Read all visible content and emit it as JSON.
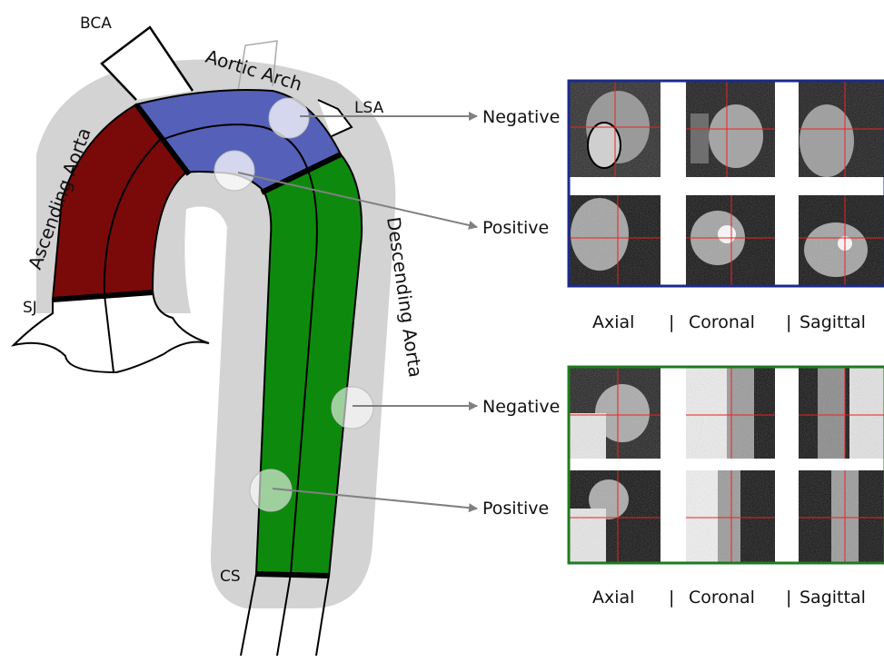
{
  "labels": {
    "bca": "BCA",
    "lsa": "LSA",
    "sj": "SJ",
    "cs": "CS",
    "aortic_arch": "Aortic Arch",
    "ascending_aorta": "Ascending Aorta",
    "descending_aorta": "Descending Aorta"
  },
  "panels": [
    {
      "frame_color": "#1a2a8c",
      "rows": [
        {
          "label": "Negative"
        },
        {
          "label": "Positive"
        }
      ],
      "captions": [
        "Axial",
        "|",
        "Coronal",
        "|",
        "Sagittal"
      ]
    },
    {
      "frame_color": "#1f7a1f",
      "rows": [
        {
          "label": "Negative"
        },
        {
          "label": "Positive"
        }
      ],
      "captions": [
        "Axial",
        "|",
        "Coronal",
        "|",
        "Sagittal"
      ]
    }
  ],
  "colors": {
    "ascending": "#7a0a0a",
    "arch": "#5560b8",
    "descending": "#0d8a0d",
    "halo": "#d3d3d3",
    "arrow": "#808080"
  }
}
